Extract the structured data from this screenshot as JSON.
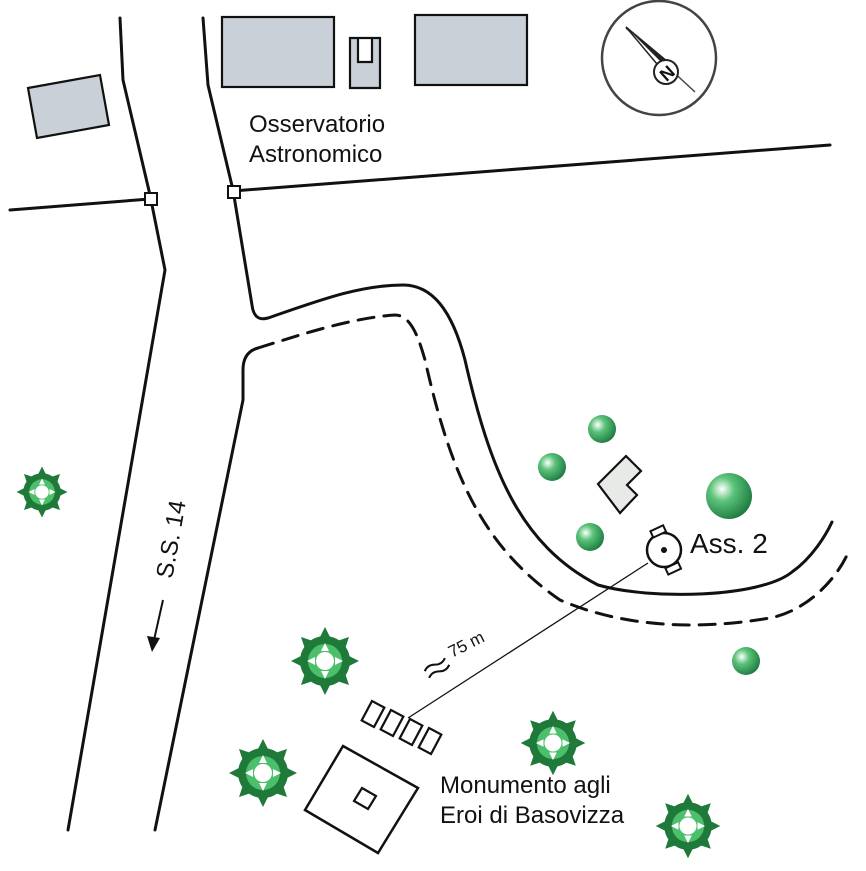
{
  "labels": {
    "observatory_line1": "Osservatorio",
    "observatory_line2": "Astronomico",
    "road": "S.S. 14",
    "station": "Ass. 2",
    "distance": "75 m",
    "monument_line1": "Monumento agli",
    "monument_line2": "Eroi di Basovizza"
  },
  "compass": {
    "letter": "N"
  },
  "colors": {
    "building": "#c9d0d8",
    "tree_dark": "#1f7a3a",
    "tree_light": "#4bbf6b",
    "line": "#111111"
  }
}
